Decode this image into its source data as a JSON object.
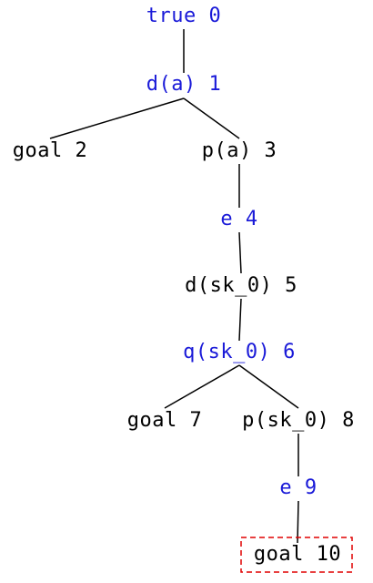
{
  "colors": {
    "blue": "#1a1ad8",
    "black": "#000000",
    "highlight": "#e00000"
  },
  "nodes": [
    {
      "id": "n0",
      "label": "true 0",
      "color": "blue"
    },
    {
      "id": "n1",
      "label": "d(a) 1",
      "color": "blue"
    },
    {
      "id": "n2",
      "label": "goal 2",
      "color": "black"
    },
    {
      "id": "n3",
      "label": "p(a) 3",
      "color": "black"
    },
    {
      "id": "n4",
      "label": "e 4",
      "color": "blue"
    },
    {
      "id": "n5",
      "label": "d(sk_0) 5",
      "color": "black"
    },
    {
      "id": "n6",
      "label": "q(sk_0) 6",
      "color": "blue"
    },
    {
      "id": "n7",
      "label": "goal 7",
      "color": "black"
    },
    {
      "id": "n8",
      "label": "p(sk_0) 8",
      "color": "black"
    },
    {
      "id": "n9",
      "label": "e 9",
      "color": "blue"
    },
    {
      "id": "n10",
      "label": "goal 10",
      "color": "black",
      "highlighted": true
    }
  ],
  "edges": [
    [
      "n0",
      "n1"
    ],
    [
      "n1",
      "n2"
    ],
    [
      "n1",
      "n3"
    ],
    [
      "n3",
      "n4"
    ],
    [
      "n4",
      "n5"
    ],
    [
      "n5",
      "n6"
    ],
    [
      "n6",
      "n7"
    ],
    [
      "n6",
      "n8"
    ],
    [
      "n8",
      "n9"
    ],
    [
      "n9",
      "n10"
    ]
  ]
}
